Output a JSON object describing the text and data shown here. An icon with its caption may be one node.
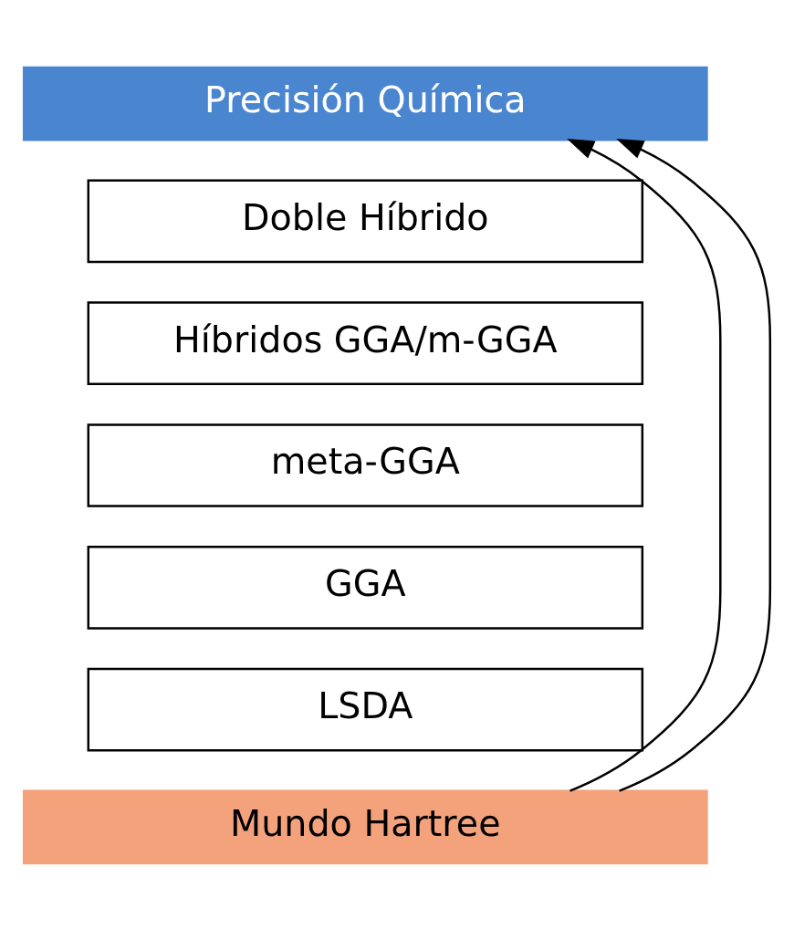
{
  "diagram": {
    "nodes": [
      {
        "text": [
          "Precisión Química"
        ]
      },
      {
        "text": [
          "Doble Híbrido"
        ]
      },
      {
        "text": [
          "Híbridos GGA/m-GGA"
        ]
      },
      {
        "text": [
          "meta-GGA"
        ]
      },
      {
        "text": [
          "GGA"
        ]
      },
      {
        "text": [
          "LSDA"
        ]
      },
      {
        "text": [
          "Mundo Hartree"
        ]
      }
    ],
    "edges": [
      {
        "from": 6,
        "to": 0,
        "arrow": "to"
      },
      {
        "from": 6,
        "to": 0,
        "arrow": "to"
      }
    ]
  }
}
